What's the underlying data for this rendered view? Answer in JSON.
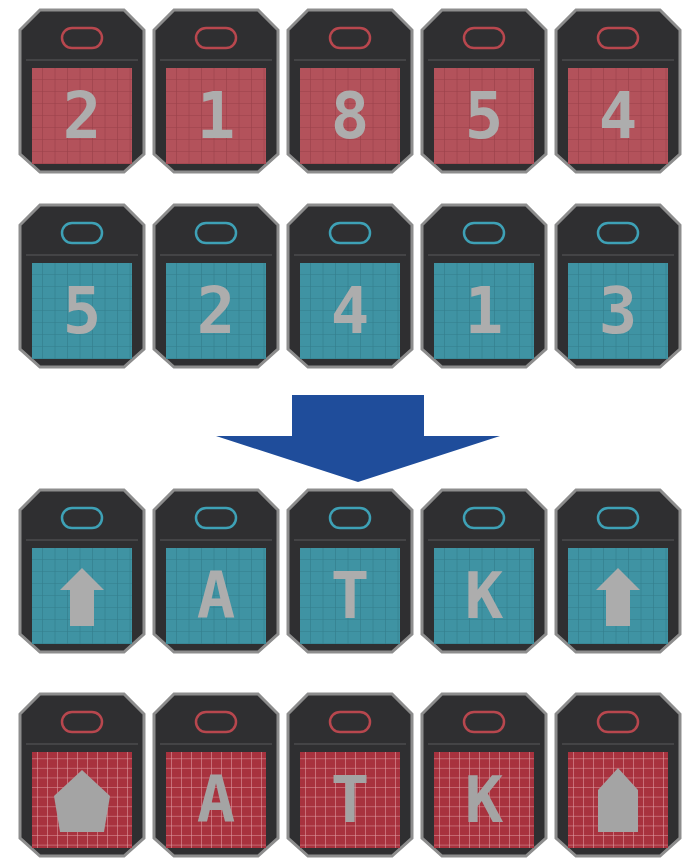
{
  "diagram": {
    "nodes": [
      {
        "text": [
          "2"
        ]
      },
      {
        "text": [
          "1"
        ]
      },
      {
        "text": [
          "8"
        ]
      },
      {
        "text": [
          "5"
        ]
      },
      {
        "text": [
          "4"
        ]
      },
      {
        "text": [
          "5"
        ]
      },
      {
        "text": [
          "2"
        ]
      },
      {
        "text": [
          "4"
        ]
      },
      {
        "text": [
          "1"
        ]
      },
      {
        "text": [
          "3"
        ]
      },
      {
        "text": [
          "A"
        ]
      },
      {
        "text": [
          "T"
        ]
      },
      {
        "text": [
          "K"
        ]
      },
      {
        "text": [
          "A"
        ]
      },
      {
        "text": [
          "T"
        ]
      },
      {
        "text": [
          "K"
        ]
      }
    ]
  }
}
